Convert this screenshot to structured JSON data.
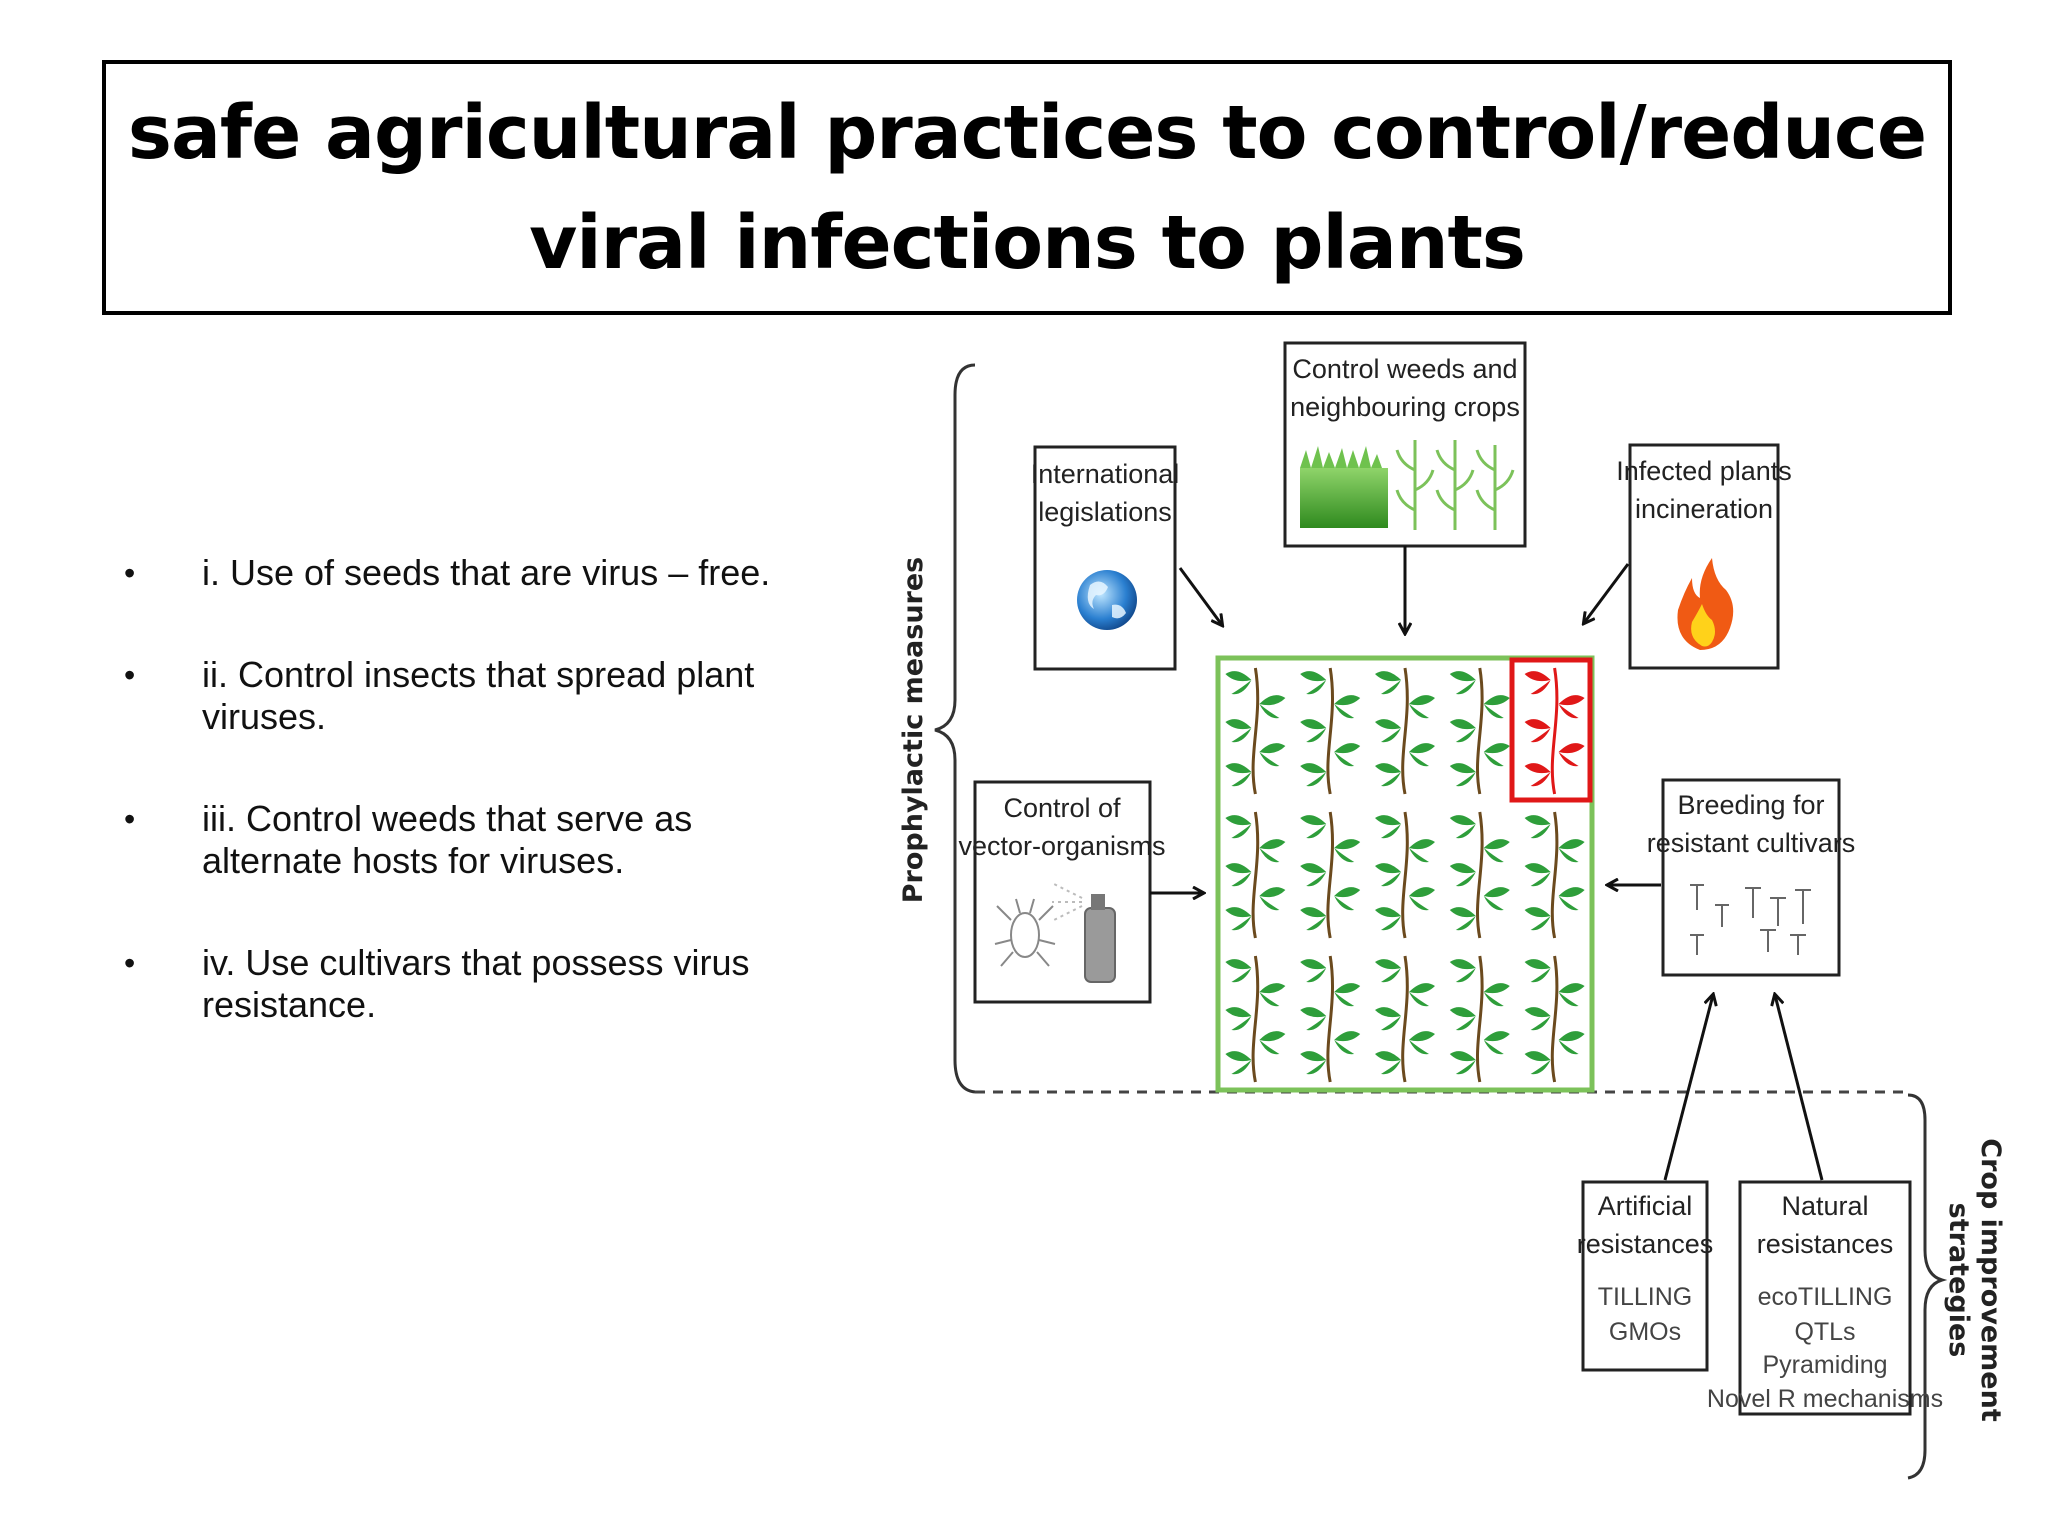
{
  "title": {
    "line1": "safe agricultural practices to control/reduce",
    "line2": "viral infections to plants"
  },
  "bullets": [
    "i. Use of seeds that are virus – free.",
    "ii. Control insects that spread plant viruses.",
    "iii. Control weeds that serve as alternate hosts for viruses.",
    "iv. Use cultivars that possess virus resistance."
  ],
  "diagram": {
    "international": [
      "International",
      "legislations"
    ],
    "weeds": [
      "Control weeds and",
      "neighbouring crops"
    ],
    "infected": [
      "Infected plants",
      "incineration"
    ],
    "vector": [
      "Control of",
      "vector-organisms"
    ],
    "breeding": [
      "Breeding for",
      "resistant cultivars"
    ],
    "artificial": {
      "title": [
        "Artificial",
        "resistances"
      ],
      "items": [
        "TILLING",
        "GMOs"
      ]
    },
    "natural": {
      "title": [
        "Natural",
        "resistances"
      ],
      "items": [
        "ecoTILLING",
        "QTLs",
        "Pyramiding",
        "Novel R mechanisms"
      ]
    },
    "prophylactic_label": "Prophylactic measures",
    "crop_label_1": "Crop improvement",
    "crop_label_2": "strategies",
    "colors": {
      "plant": "#2e9e3a",
      "stem": "#6b4a1e",
      "infected": "#e01818",
      "field_border": "#7cc25a"
    }
  }
}
